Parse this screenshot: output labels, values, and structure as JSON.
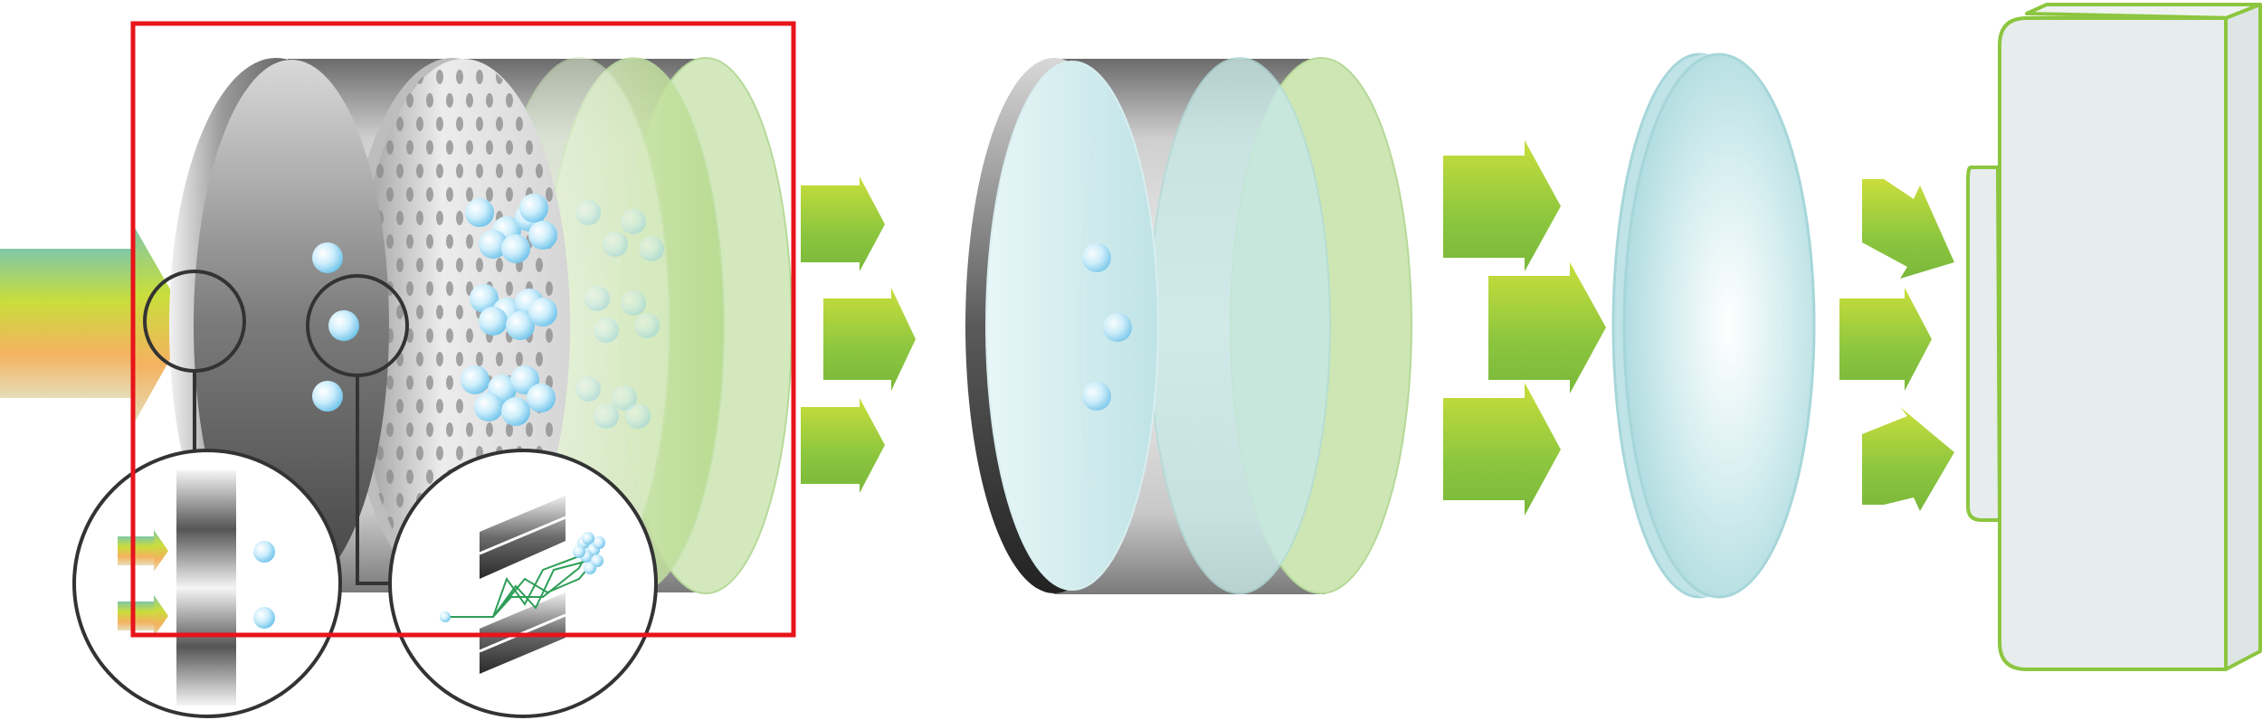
{
  "diagram": {
    "stages": [
      {
        "id": "pre-filter-assembly",
        "highlighted": true
      },
      {
        "id": "second-filter-assembly"
      },
      {
        "id": "lens"
      },
      {
        "id": "output-unit"
      }
    ],
    "inset_details": [
      "filter-layer-detail",
      "angled-plate-detail"
    ],
    "colors": {
      "highlight_box": "#e8141b",
      "arrow_green": "#8cc63f",
      "arrow_green_light": "#c9de3b",
      "input_beam_orange": "#f4b25f",
      "input_beam_teal": "#7fc7a8",
      "particle_blue": "#8fd3f2",
      "glass_blue": "#bfe3e6",
      "filter_green": "#cfe6b0",
      "unit_outline": "#8cc63f",
      "unit_fill": "#e7ecec",
      "detail_circle": "#333333"
    }
  }
}
